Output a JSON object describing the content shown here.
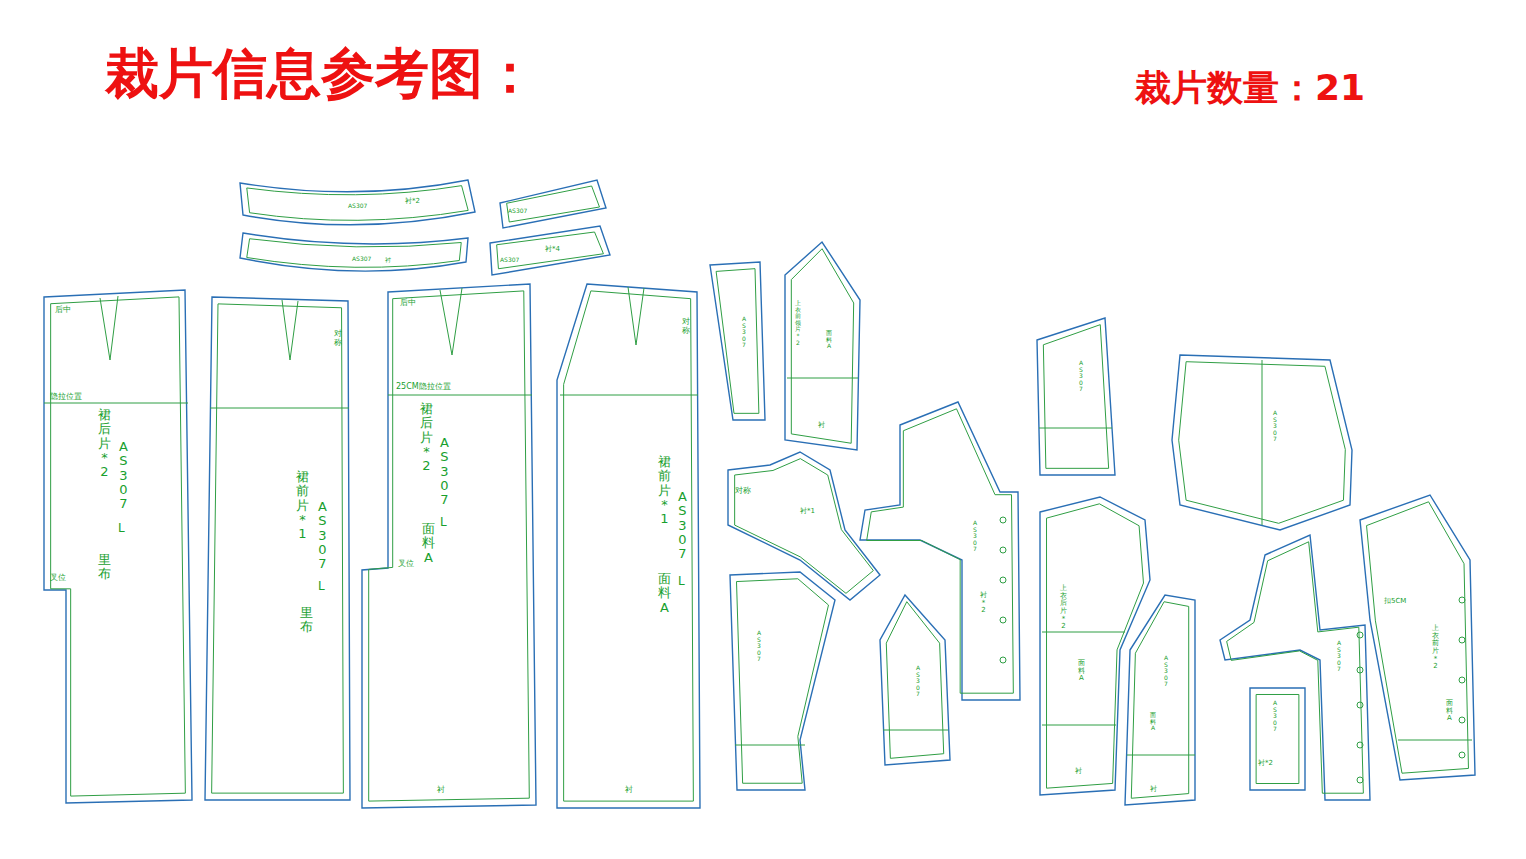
{
  "diagram": {
    "title": "裁片信息参考图：",
    "nodes": [
      {
        "text": [
          "AS307",
          "衬*2"
        ]
      },
      {
        "text": [
          "AS307",
          "衬"
        ]
      },
      {
        "text": [
          "AS307"
        ]
      },
      {
        "text": [
          "AS307",
          "衬*4"
        ]
      },
      {
        "text": [
          "后中",
          "隐拉位置",
          "裙后片*2",
          "AS307",
          "L",
          "里布",
          "叉位"
        ]
      },
      {
        "text": [
          "对称",
          "裙前片*1",
          "AS307",
          "L",
          "里布"
        ]
      },
      {
        "text": [
          "后中",
          "25CM隐拉位置",
          "裙后片*2",
          "AS307",
          "L",
          "面料A",
          "叉位",
          "衬"
        ]
      },
      {
        "text": [
          "对称",
          "裙前片*1",
          "AS307",
          "L",
          "面料A",
          "衬"
        ]
      },
      {
        "text": [
          "AS307"
        ]
      },
      {
        "text": [
          "上衣前领片*2",
          "面料A",
          "衬"
        ]
      },
      {
        "text": [
          "对称",
          "衬*1"
        ]
      },
      {
        "text": [
          "AS307"
        ]
      },
      {
        "text": [
          "AS307",
          "衬*2"
        ]
      },
      {
        "text": [
          "AS307"
        ]
      },
      {
        "text": [
          "AS307"
        ]
      },
      {
        "text": [
          "AS307"
        ]
      },
      {
        "text": [
          "上衣后片*2",
          "面料A",
          "衬"
        ]
      },
      {
        "text": [
          "AS307",
          "面料A",
          "衬"
        ]
      },
      {
        "text": [
          "AS307"
        ]
      },
      {
        "text": [
          "AS307",
          "衬*2"
        ]
      },
      {
        "text": [
          "扣5CM",
          "上衣前片*2",
          "面料A"
        ]
      }
    ],
    "labels": [
      "裁片数量：21"
    ]
  }
}
